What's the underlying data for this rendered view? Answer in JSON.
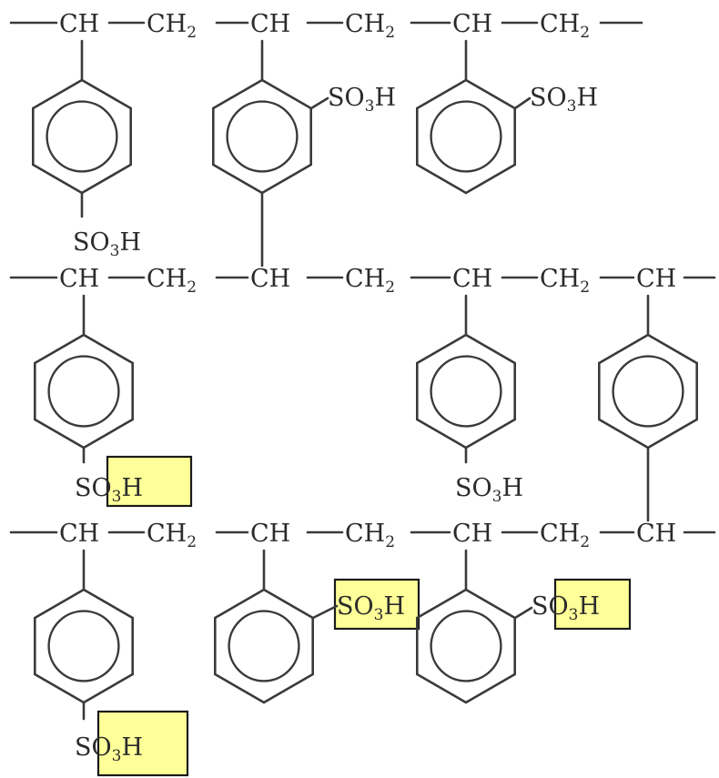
{
  "colors": {
    "line": "#3a3a3a",
    "text": "#2b2b2b",
    "highlight": "#ffff99",
    "highlight_border": "#1a1a1a"
  },
  "labels": {
    "methine": "CH",
    "methylene": "CH",
    "methylene_sub": "2",
    "sulfo_a": "SO",
    "sulfo_sub": "3",
    "sulfo_b": "H"
  },
  "chains": [
    {
      "name": "chain-1",
      "units": [
        "CH",
        "CH2",
        "CH",
        "CH2",
        "CH",
        "CH2"
      ]
    },
    {
      "name": "chain-2",
      "units": [
        "CH",
        "CH2",
        "CH",
        "CH2",
        "CH",
        "CH2",
        "CH"
      ]
    },
    {
      "name": "chain-3",
      "units": [
        "CH",
        "CH2",
        "CH",
        "CH2",
        "CH",
        "CH2",
        "CH"
      ]
    }
  ],
  "sulfonic_groups": [
    {
      "name": "sulfonic-group-1",
      "highlighted": false
    },
    {
      "name": "sulfonic-group-2",
      "highlighted": false
    },
    {
      "name": "sulfonic-group-3",
      "highlighted": false
    },
    {
      "name": "sulfonic-group-4",
      "highlighted": true
    },
    {
      "name": "sulfonic-group-5",
      "highlighted": false
    },
    {
      "name": "sulfonic-group-6",
      "highlighted": true
    },
    {
      "name": "sulfonic-group-7",
      "highlighted": true
    },
    {
      "name": "sulfonic-group-8",
      "highlighted": true
    }
  ]
}
